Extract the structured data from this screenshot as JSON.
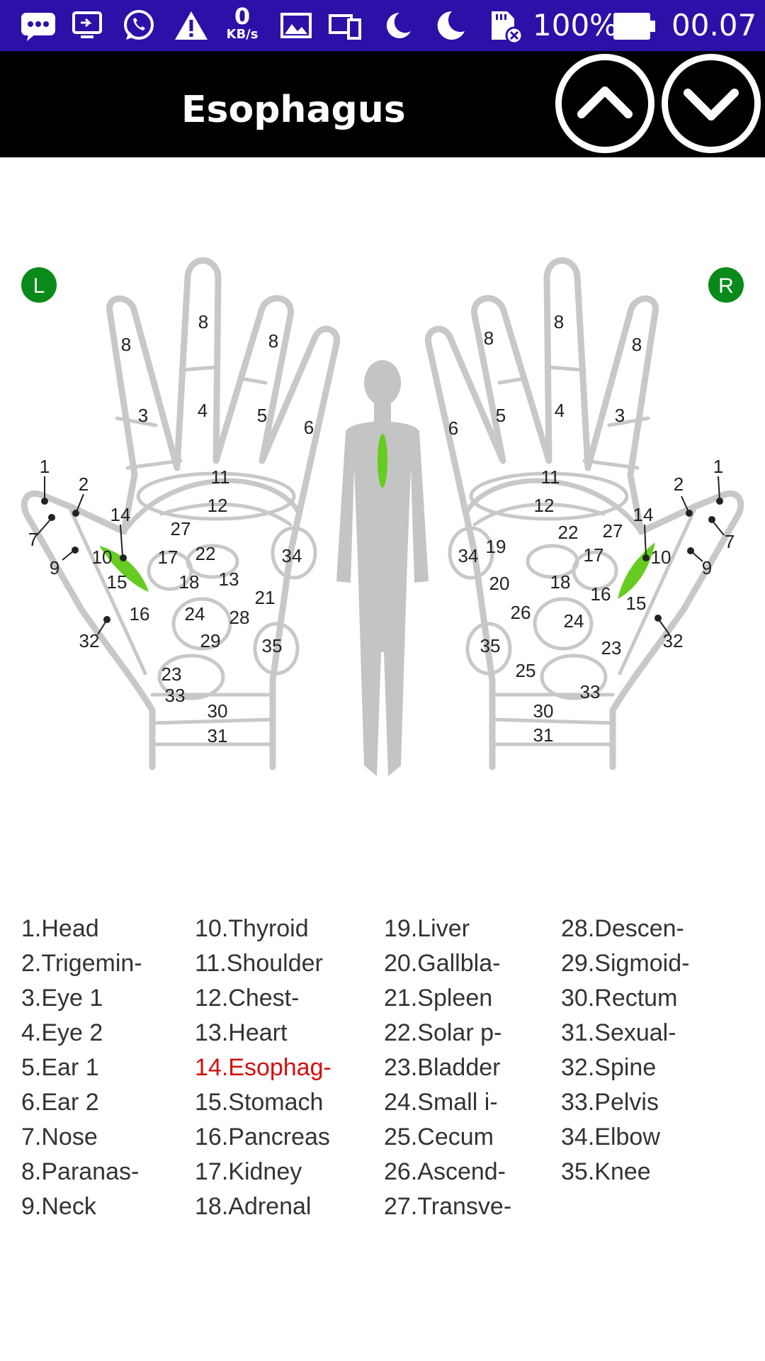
{
  "status_bar": {
    "network_speed_value": "0",
    "network_speed_unit": "KB/s",
    "battery": "100%",
    "time": "00.07"
  },
  "header": {
    "title": "Esophagus",
    "prev_icon": "chevron-up-icon",
    "next_icon": "chevron-down-icon"
  },
  "diagram": {
    "left_badge": "L",
    "right_badge": "R",
    "highlight_color": "#66cc22",
    "badge_color": "#0a8a1a",
    "left_hand_labels": [
      "8",
      "8",
      "8",
      "3",
      "4",
      "5",
      "6",
      "1",
      "2",
      "11",
      "12",
      "14",
      "7",
      "9",
      "27",
      "10",
      "17",
      "22",
      "34",
      "15",
      "18",
      "13",
      "21",
      "16",
      "24",
      "28",
      "32",
      "29",
      "35",
      "23",
      "33",
      "30",
      "31"
    ],
    "right_hand_labels": [
      "8",
      "8",
      "8",
      "6",
      "5",
      "4",
      "3",
      "1",
      "11",
      "2",
      "12",
      "14",
      "27",
      "22",
      "19",
      "7",
      "34",
      "17",
      "10",
      "9",
      "20",
      "18",
      "16",
      "15",
      "26",
      "24",
      "32",
      "35",
      "23",
      "25",
      "33",
      "30",
      "31"
    ]
  },
  "legend": {
    "columns": [
      [
        "1.Head",
        "2.Trigemin-",
        "3.Eye 1",
        "4.Eye 2",
        "5.Ear 1",
        "6.Ear 2",
        "7.Nose",
        "8.Paranas-",
        "9.Neck"
      ],
      [
        "10.Thyroid",
        "11.Shoulder",
        "12.Chest-",
        "13.Heart",
        "14.Esophag-",
        "15.Stomach",
        "16.Pancreas",
        "17.Kidney",
        "18.Adrenal"
      ],
      [
        "19.Liver",
        "20.Gallbla-",
        "21.Spleen",
        "22.Solar p-",
        "23.Bladder",
        "24.Small i-",
        "25.Cecum",
        "26.Ascend-",
        "27.Transve-"
      ],
      [
        "28.Descen-",
        "29.Sigmoid-",
        "30.Rectum",
        "31.Sexual-",
        "32.Spine",
        "33.Pelvis",
        "34.Elbow",
        "35.Knee"
      ]
    ],
    "active_item": "14.Esophag-",
    "active_color": "#d01010"
  }
}
